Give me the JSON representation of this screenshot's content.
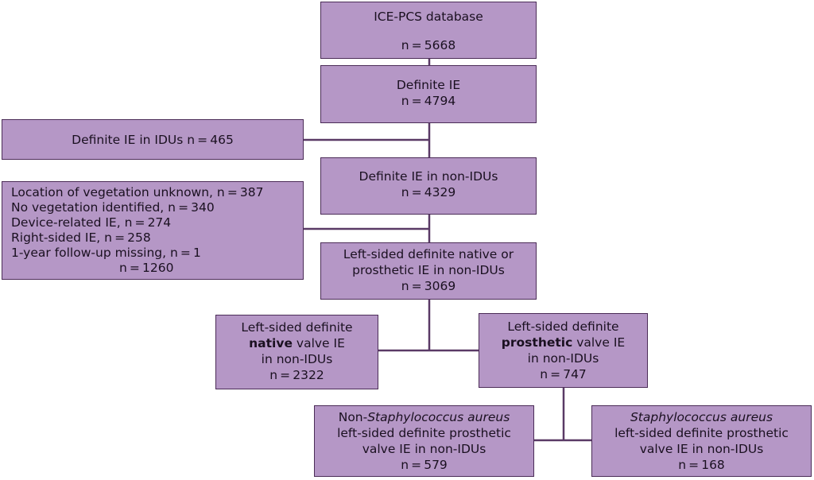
{
  "diagram": {
    "db": {
      "title": "ICE-PCS  database",
      "count": "n = 5668"
    },
    "definite": {
      "title": "Definite IE",
      "count": "n = 4794"
    },
    "idus": {
      "text": "Definite IE in IDUs  n = 465"
    },
    "non_idus": {
      "title": "Definite IE in non-IDUs",
      "count": "n = 4329"
    },
    "exclusions": {
      "items": [
        "Location of vegetation unknown, n = 387",
        "No vegetation identified, n = 340",
        "Device-related IE, n = 274",
        "Right-sided IE, n = 258",
        "1-year follow-up missing, n = 1"
      ],
      "total": "n = 1260"
    },
    "left_sided": {
      "line1": "Left-sided definite native or",
      "line2": "prosthetic IE in non-IDUs",
      "count": "n = 3069"
    },
    "native": {
      "line1": "Left-sided definite",
      "bold": "native",
      "rest": " valve IE",
      "line3": "in non-IDUs",
      "count": "n = 2322"
    },
    "prosthetic": {
      "line1": "Left-sided definite",
      "bold": "prosthetic",
      "rest": " valve IE",
      "line3": "in non-IDUs",
      "count": "n = 747"
    },
    "non_sa": {
      "prefix": "Non-",
      "italic": "Staphylococcus aureus",
      "line2": "left-sided definite prosthetic",
      "line3": "valve IE in non-IDUs",
      "count": "n = 579"
    },
    "sa": {
      "italic": "Staphylococcus aureus",
      "line2": "left-sided definite prosthetic",
      "line3": "valve IE in non-IDUs",
      "count": "n = 168"
    }
  },
  "colors": {
    "box_fill": "#b597c6",
    "box_border": "#4b2c57",
    "connector": "#5a3a66"
  }
}
